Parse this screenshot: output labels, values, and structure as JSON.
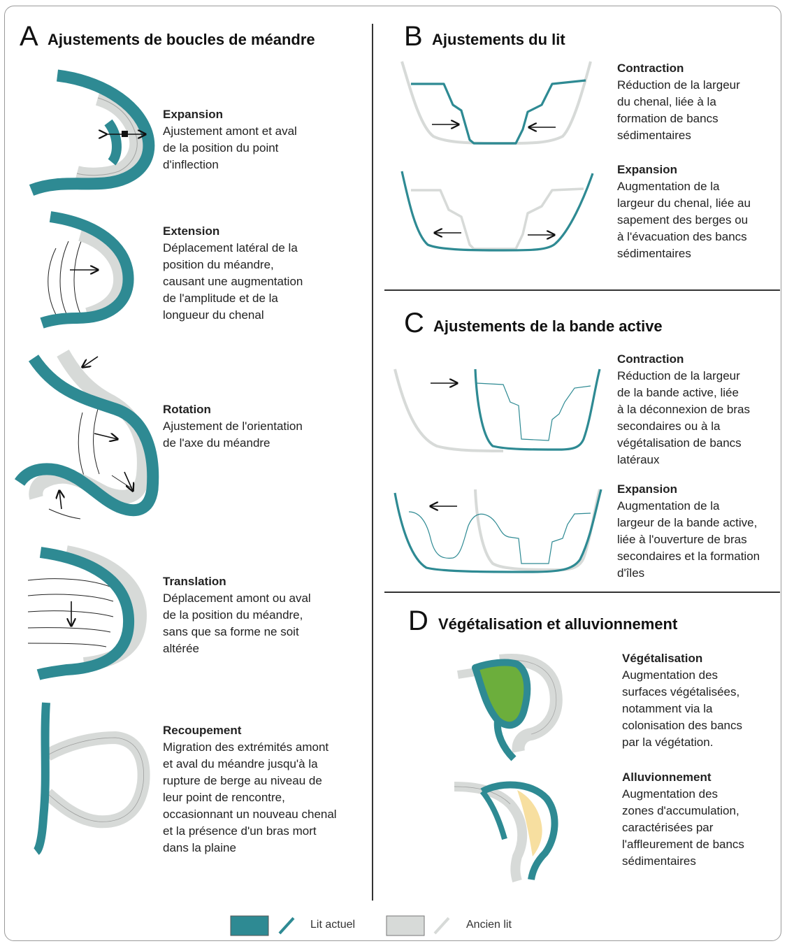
{
  "sections": {
    "A": {
      "letter": "A",
      "title": "Ajustements de boucles de méandre",
      "items": [
        {
          "title": "Expansion",
          "desc": "Ajustement amont et aval\nde la position du point\nd'inflection"
        },
        {
          "title": "Extension",
          "desc": "Déplacement latéral de la\nposition du méandre,\ncausant une augmentation\nde l'amplitude et de la\nlongueur du chenal"
        },
        {
          "title": "Rotation",
          "desc": "Ajustement de l'orientation\nde l'axe du méandre"
        },
        {
          "title": "Translation",
          "desc": "Déplacement amont ou aval\nde la position du méandre,\nsans que sa forme ne soit\naltérée"
        },
        {
          "title": "Recoupement",
          "desc": "Migration des extrémités amont\net aval du méandre jusqu'à la\nrupture de berge au niveau de\nleur point de rencontre,\noccasionnant un nouveau chenal\net la présence d'un bras mort\ndans la plaine"
        }
      ]
    },
    "B": {
      "letter": "B",
      "title": "Ajustements du lit",
      "items": [
        {
          "title": "Contraction",
          "desc": "Réduction de la largeur\ndu chenal, liée à la\nformation de bancs\nsédimentaires"
        },
        {
          "title": "Expansion",
          "desc": "Augmentation de la\nlargeur du chenal, liée au\nsapement des berges ou\nà l'évacuation des bancs\nsédimentaires"
        }
      ]
    },
    "C": {
      "letter": "C",
      "title": "Ajustements de la bande active",
      "items": [
        {
          "title": "Contraction",
          "desc": "Réduction de la largeur\nde la bande active, liée\nà la déconnexion de bras\nsecondaires ou à la\nvégétalisation de bancs\nlatéraux"
        },
        {
          "title": "Expansion",
          "desc": "Augmentation de la\nlargeur de la bande active,\nliée à l'ouverture de bras\nsecondaires et la formation\nd'îles"
        }
      ]
    },
    "D": {
      "letter": "D",
      "title": "Végétalisation et alluvionnement",
      "items": [
        {
          "title": "Végétalisation",
          "desc": "Augmentation des\nsurfaces végétalisées,\nnotamment via la\ncolonisation des bancs\npar la végétation."
        },
        {
          "title": "Alluvionnement",
          "desc": "Augmentation des\nzones d'accumulation,\ncaractérisées par\nl'affleurement de bancs\nsédimentaires"
        }
      ]
    }
  },
  "legend": {
    "current": "Lit actuel",
    "former": "Ancien lit"
  },
  "colors": {
    "current_bed": "#2e8a93",
    "former_bed": "#d7dad8",
    "vegetation": "#6cae3c",
    "deposit": "#f7dfa0"
  }
}
